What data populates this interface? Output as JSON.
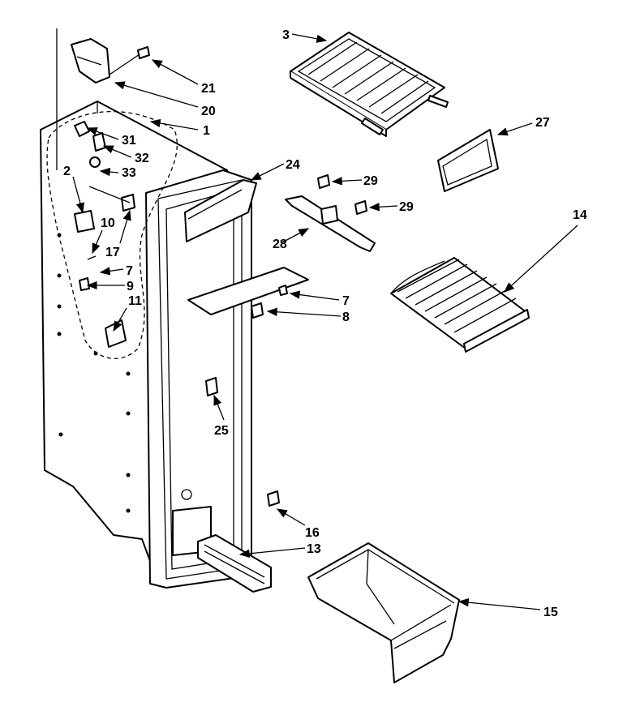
{
  "diagram": {
    "callouts": {
      "c1": "1",
      "c2": "2",
      "c3": "3",
      "c7a": "7",
      "c7b": "7",
      "c8": "8",
      "c9": "9",
      "c10": "10",
      "c11": "11",
      "c13": "13",
      "c14": "14",
      "c15": "15",
      "c16": "16",
      "c17": "17",
      "c20": "20",
      "c21": "21",
      "c24": "24",
      "c25": "25",
      "c27": "27",
      "c28": "28",
      "c29a": "29",
      "c29b": "29",
      "c31": "31",
      "c32": "32",
      "c33": "33"
    }
  }
}
